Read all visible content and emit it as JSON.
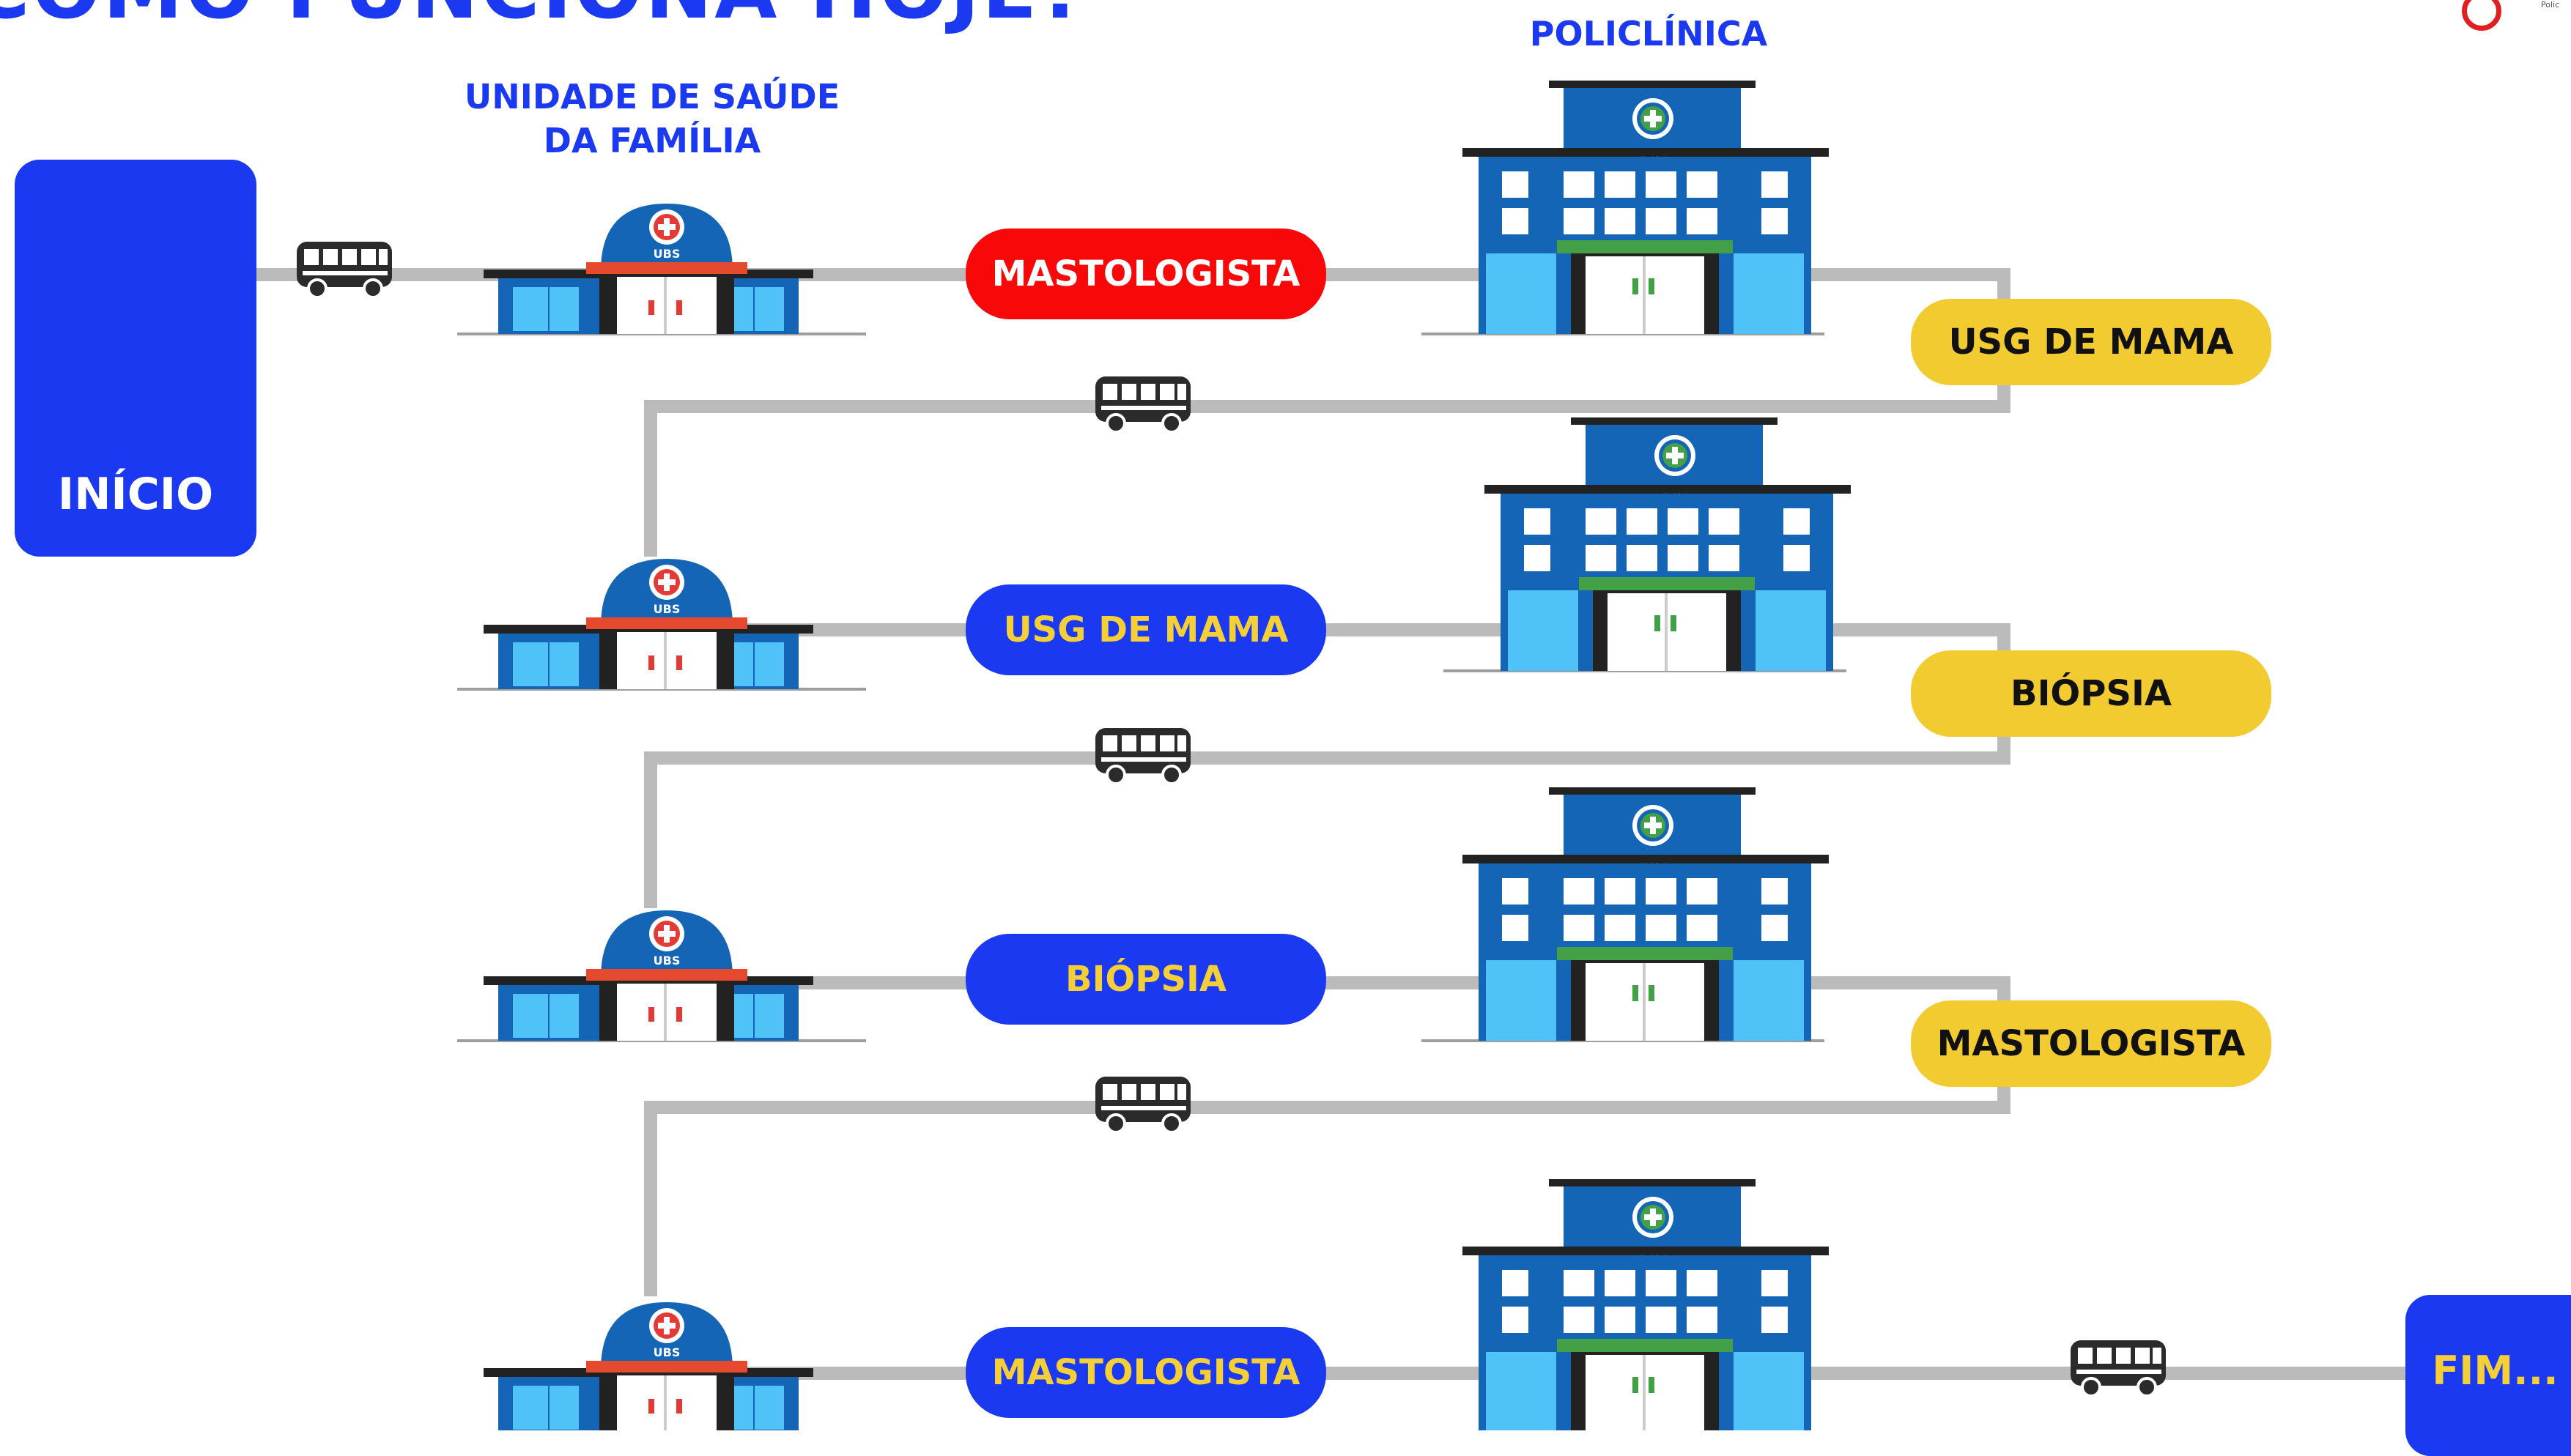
{
  "title": "COMO FUNCIONA HOJE?",
  "labels": {
    "usf": "UNIDADE DE SAÚDE DA FAMÍLIA",
    "policlinica": "POLICLÍNICA"
  },
  "start": {
    "label": "INÍCIO"
  },
  "end": {
    "label": "FIM..."
  },
  "building_text": {
    "ubs": "UBS",
    "policlinica": "Policlínica"
  },
  "rows": [
    {
      "middle": "MASTOLOGISTA",
      "middle_style": "red",
      "result": "USG DE MAMA"
    },
    {
      "middle": "USG DE MAMA",
      "middle_style": "blue",
      "result": "BIÓPSIA"
    },
    {
      "middle": "BIÓPSIA",
      "middle_style": "blue",
      "result": "MASTOLOGISTA"
    },
    {
      "middle": "MASTOLOGISTA",
      "middle_style": "blue",
      "result": ""
    }
  ],
  "logo": {
    "text": "Polic"
  },
  "colors": {
    "brand_blue": "#1a39f0",
    "alert_red": "#f80808",
    "pill_yellow": "#f2cb31",
    "line_gray": "#bbbbbb",
    "building_blue": "#1565b7",
    "window_light": "#4fc3f7"
  }
}
